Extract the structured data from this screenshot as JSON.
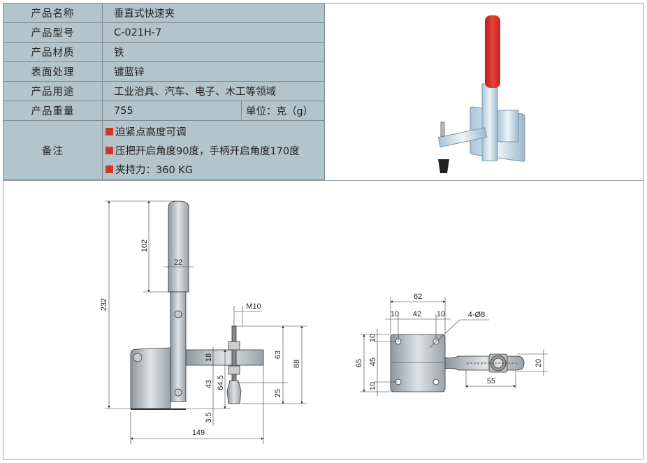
{
  "specs": [
    {
      "label": "产品名称",
      "value": "垂直式快速夹"
    },
    {
      "label": "产品型号",
      "value": "C-021H-7"
    },
    {
      "label": "产品材质",
      "value": "铁"
    },
    {
      "label": "表面处理",
      "value": "镀蓝锌"
    },
    {
      "label": "产品用途",
      "value": "工业治具、汽车、电子、木工等领域"
    },
    {
      "label": "产品重量",
      "value": "755",
      "unit": "单位：克（g）"
    }
  ],
  "notes": {
    "label": "备注",
    "items": [
      "迫紧点高度可调",
      "压把开启角度90度，手柄开启角度170度",
      "夹持力：360 KG"
    ]
  },
  "colors": {
    "table_bg": "#b4c4cc",
    "bullet": "#d0362c",
    "handle": "#d42a2a"
  },
  "side_view": {
    "d232": "232",
    "d102": "102",
    "d22": "22",
    "m10": "M10",
    "d63": "63",
    "d88": "88",
    "d18": "18",
    "d43": "43",
    "d64_5": "64.5",
    "d25": "25",
    "d3_5": "3.5",
    "d149": "149"
  },
  "top_view": {
    "d62": "62",
    "d10a": "10",
    "d42": "42",
    "d10b": "10",
    "holes": "4-Ø8",
    "d65": "65",
    "d45": "45",
    "d10c": "10",
    "d10d": "10",
    "d20": "20",
    "d55": "55"
  }
}
